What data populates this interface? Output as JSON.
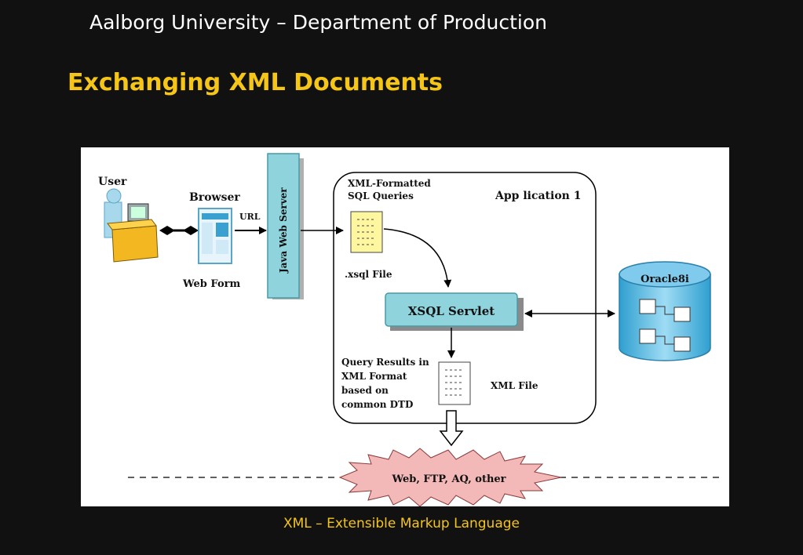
{
  "header": {
    "org": "Aalborg University – Department of Production"
  },
  "slide": {
    "title": "Exchanging XML Documents"
  },
  "footer": {
    "text": "XML – Extensible Markup Language"
  },
  "diagram": {
    "user_label": "User",
    "browser_label": "Browser",
    "url_label": "URL",
    "web_form_label": "Web Form",
    "java_server_label": "Java Web Server",
    "xml_formatted_line1": "XML-Formatted",
    "xml_formatted_line2": "SQL Queries",
    "xsql_file_label": ".xsql File",
    "application_label": "App lication 1",
    "xsql_servlet_label": "XSQL Servlet",
    "oracle_label": "Oracle8i",
    "query_results_line1": "Query Results in",
    "query_results_line2": "XML Format",
    "query_results_line3": "based on",
    "query_results_line4": "common DTD",
    "xml_file_label": "XML File",
    "transport_label": "Web, FTP, AQ, other"
  }
}
